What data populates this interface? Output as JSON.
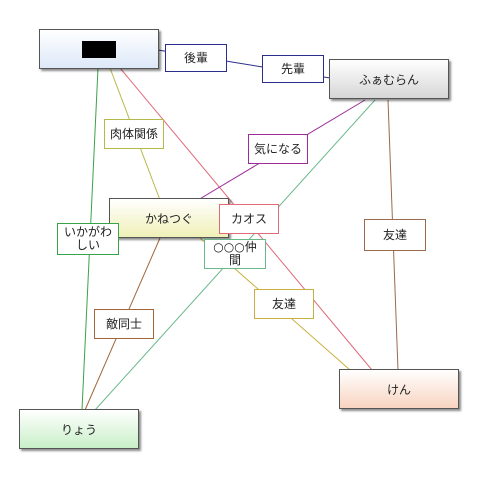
{
  "nodes": {
    "top": {
      "redacted": true
    },
    "fuamuran": {
      "text": "ふぁむらん"
    },
    "kanetsugu": {
      "text": "かねつぐ"
    },
    "ken": {
      "text": "けん"
    },
    "ryou": {
      "text": "りょう"
    }
  },
  "labels": {
    "kouhai": "後輩",
    "senpai": "先輩",
    "nikutai": "肉体関係",
    "kininaru": "気になる",
    "chaos": "カオス",
    "tomodachi_right": "友達",
    "ikagawashii": "いかがわしい",
    "nakama": "○○○仲間",
    "tomodachi_mid": "友達",
    "tekidoushi": "敵同士"
  },
  "colors": {
    "kouhai_senpai": "#2b2f8a",
    "nikutai": "#b5b84a",
    "kininaru": "#9b2d9b",
    "chaos": "#e06a78",
    "tomodachi_right": "#9a6a4e",
    "ikagawashii": "#3aa24a",
    "nakama": "#6ab88a",
    "tomodachi_mid": "#c8b040",
    "tekidoushi": "#a0663a"
  }
}
